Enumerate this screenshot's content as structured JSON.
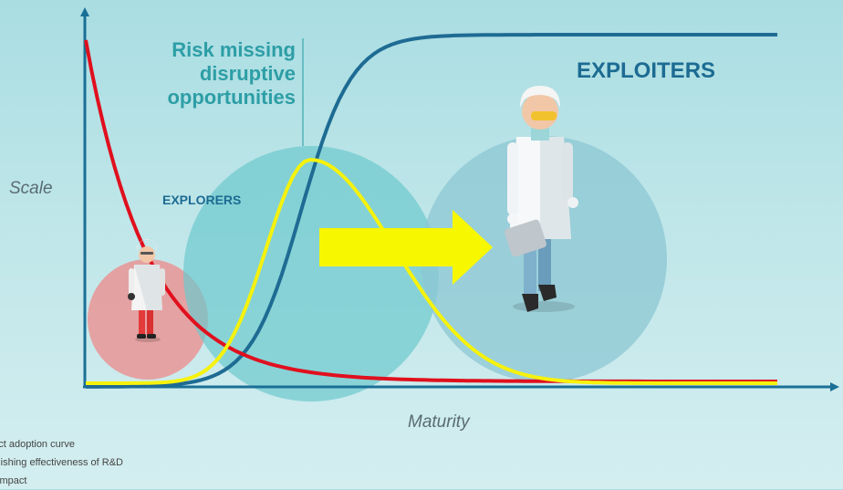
{
  "axes": {
    "y_label": "Scale",
    "x_label": "Maturity"
  },
  "annotations": {
    "risk_lines": [
      "Risk missing",
      "disruptive",
      "opportunities"
    ],
    "explorers": "EXPLORERS",
    "exploiters": "EXPLOITERS"
  },
  "legend": {
    "items": [
      {
        "text": "duct adoption curve",
        "color": "#1e6b93"
      },
      {
        "text": "hinishing effectiveness of R&D",
        "color": "#e0101e"
      },
      {
        "text": "D impact",
        "color": "#f6f20d"
      }
    ]
  },
  "colors": {
    "adoption_curve": "#1e6b93",
    "rnd_effectiveness": "#e0101e",
    "rnd_impact": "#f6f20d",
    "axis": "#1a6f96",
    "arrow": "#f7f700",
    "explorer_circle": "#ee8a8a",
    "teal_circle": "#6cc9cd",
    "exploiter_circle": "#8cc7d3"
  },
  "icons": {
    "explorer_figure": "scientist-explorer-icon",
    "exploiter_figure": "scientist-exploiter-icon",
    "arrow": "right-arrow-icon"
  }
}
